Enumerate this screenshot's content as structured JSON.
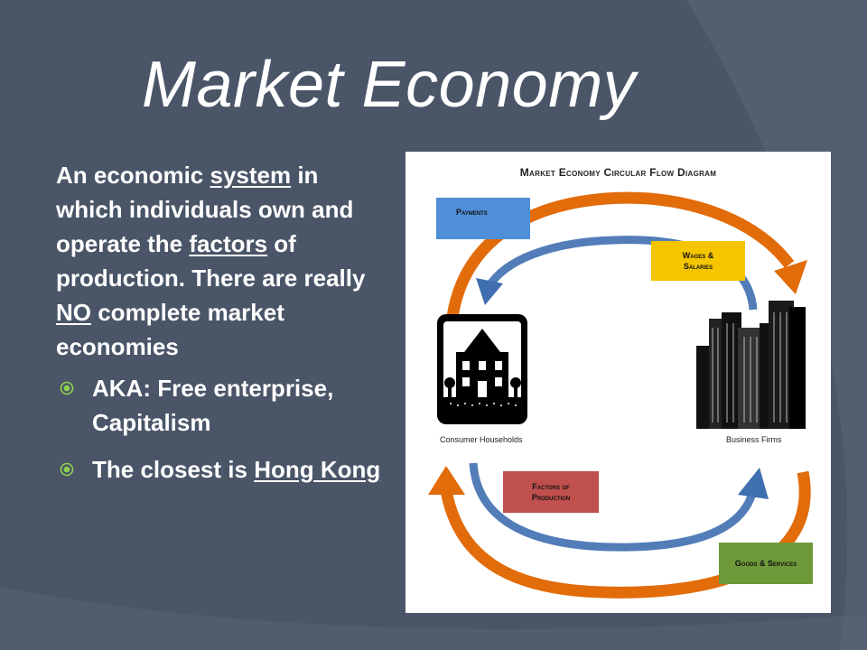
{
  "slide": {
    "title": "Market Economy",
    "paragraph": {
      "t1": "An economic ",
      "u1": "system",
      "t2": " in which individuals own and operate the ",
      "u2": "factors",
      "t3": " of production. There are really ",
      "u3": "NO",
      "t4": " complete market economies"
    },
    "bullets": [
      {
        "text": "AKA: Free enterprise, Capitalism"
      },
      {
        "t1": "The closest is ",
        "u1": "Hong Kong"
      }
    ]
  },
  "diagram": {
    "title": "Market Economy Circular Flow Diagram",
    "boxes": {
      "payments": "Payments",
      "wages_line1": "Wages &",
      "wages_line2": "Salaries",
      "factors_line1": "Factors of",
      "factors_line2": "Production",
      "goods": "Goods & Services"
    },
    "labels": {
      "households": "Consumer Households",
      "firms": "Business Firms"
    }
  },
  "colors": {
    "background": "#4a5568",
    "orange_arrow": "#e26b0a",
    "blue_arrow": "#3f6fb0",
    "bullet": "#8fd14f"
  },
  "icons": [
    "house-icon",
    "buildings-icon",
    "bullet-icon"
  ]
}
